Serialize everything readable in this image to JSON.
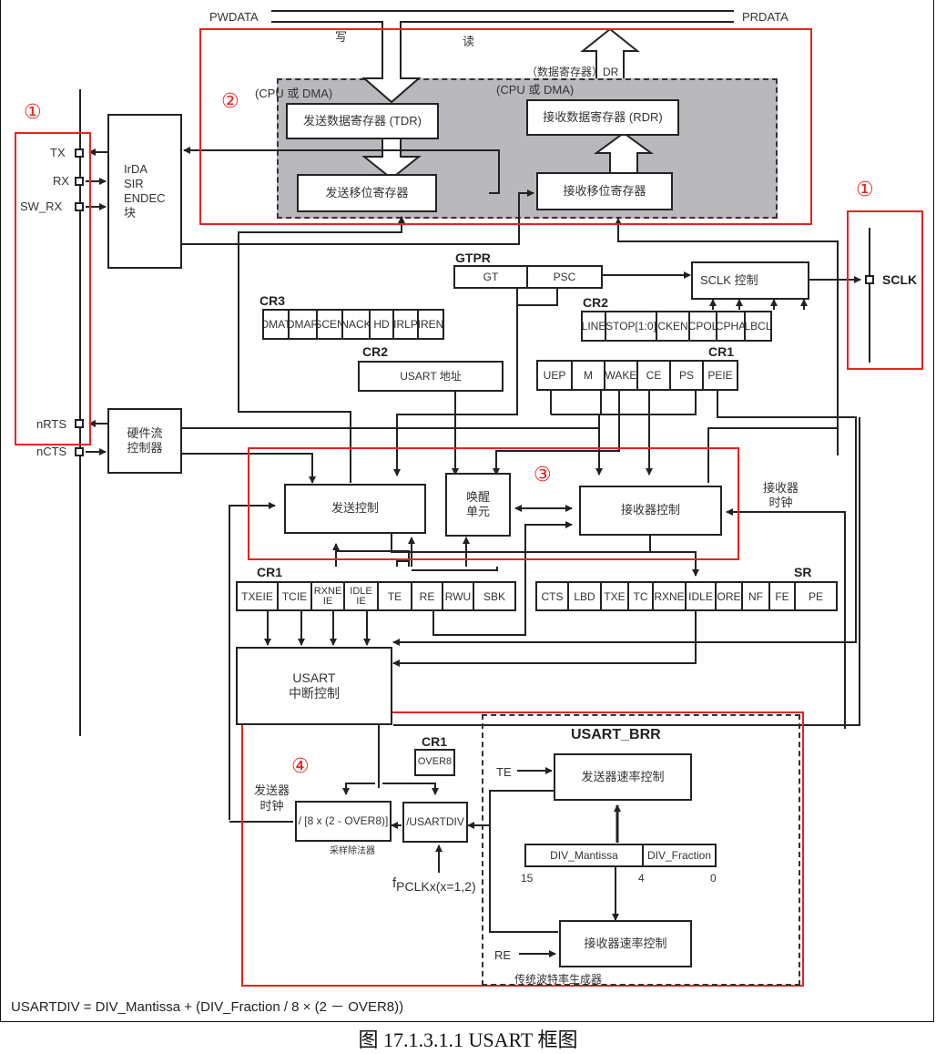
{
  "diagram": {
    "caption": "图 17.1.3.1.1 USART 框图",
    "formula": "USARTDIV = DIV_Mantissa + (DIV_Fraction / 8 × (2 － OVER8))",
    "markers": [
      "①",
      "②",
      "③",
      "④",
      "①"
    ],
    "accent_color": "#e8231f",
    "pins_left": [
      "TX",
      "RX",
      "SW_RX",
      "nRTS",
      "nCTS"
    ],
    "pin_right": "SCLK",
    "irda_block": [
      "IrDA",
      "SIR",
      "ENDEC",
      "块"
    ],
    "hw_flow_block": [
      "硬件流",
      "控制器"
    ],
    "data_section": {
      "pwdata": "PWDATA",
      "prdata": "PRDATA",
      "write": "写",
      "read": "读",
      "dr_label": "（数据寄存器）DR",
      "cpu_dma_left": "(CPU 或 DMA)",
      "cpu_dma_right": "(CPU 或 DMA)",
      "tdr": "发送数据寄存器 (TDR)",
      "rdr": "接收数据寄存器 (RDR)",
      "tx_shift": "发送移位寄存器",
      "rx_shift": "接收移位寄存器"
    },
    "gtpr": {
      "title": "GTPR",
      "cells": [
        "GT",
        "PSC"
      ]
    },
    "sclk_ctrl": "SCLK 控制",
    "cr3": {
      "title": "CR3",
      "cells": [
        "DMAT",
        "DMAR",
        "SCEN",
        "NACK",
        "HD",
        "IRLP",
        "IREN"
      ]
    },
    "cr2_top": {
      "title": "CR2",
      "cells": [
        "LINE",
        "STOP[1:0]",
        "CKEN",
        "CPOL",
        "CPHA",
        "LBCL"
      ]
    },
    "cr2_addr": {
      "title": "CR2",
      "cell": "USART 地址"
    },
    "cr1_top": {
      "title": "CR1",
      "cells": [
        "UEP",
        "M",
        "WAKE",
        "CE",
        "PS",
        "PEIE"
      ]
    },
    "tx_ctrl": "发送控制",
    "wakeup": [
      "唤醒",
      "单元"
    ],
    "rx_ctrl": "接收器控制",
    "rx_clock": [
      "接收器",
      "时钟"
    ],
    "cr1_bottom": {
      "title": "CR1",
      "cells": [
        "TXEIE",
        "TCIE",
        "RXNE IE",
        "IDLE IE",
        "TE",
        "RE",
        "RWU",
        "SBK"
      ]
    },
    "sr": {
      "title": "SR",
      "cells": [
        "CTS",
        "LBD",
        "TXE",
        "TC",
        "RXNE",
        "IDLE",
        "ORE",
        "NF",
        "FE",
        "PE"
      ]
    },
    "irq_ctrl": [
      "USART",
      "中断控制"
    ],
    "baud": {
      "cr1_title": "CR1",
      "over8": "OVER8",
      "tx_clock": [
        "发送器",
        "时钟"
      ],
      "sampling_div": "/ [8 x (2 - OVER8)]",
      "sampling_label": "采样除法器",
      "usartdiv": "/USARTDIV",
      "fpclk": "f",
      "fpclk_sub": "PCLKx(x=1,2)",
      "brr_title": "USART_BRR",
      "te": "TE",
      "re": "RE",
      "tx_rate": "发送器速率控制",
      "rx_rate": "接收器速率控制",
      "mantissa": "DIV_Mantissa",
      "fraction": "DIV_Fraction",
      "bit15": "15",
      "bit4": "4",
      "bit0": "0",
      "legacy_label": "传统波特率生成器"
    }
  }
}
